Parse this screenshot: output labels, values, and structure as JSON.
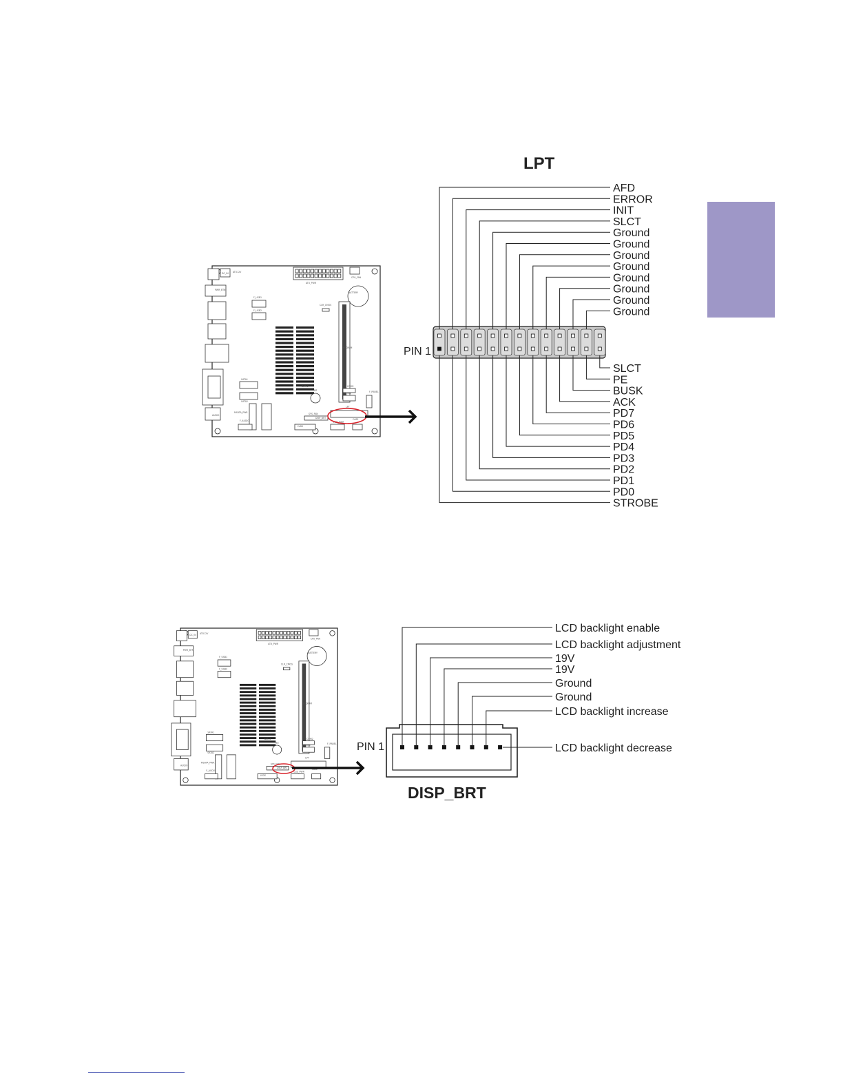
{
  "side_tab_color": "#9e97c7",
  "lpt": {
    "title": "LPT",
    "pin1_label": "PIN 1",
    "top_pins": [
      "AFD",
      "ERROR",
      "INIT",
      "SLCT",
      "Ground",
      "Ground",
      "Ground",
      "Ground",
      "Ground",
      "Ground",
      "Ground",
      "Ground"
    ],
    "bottom_pins": [
      "SLCT",
      "PE",
      "BUSK",
      "ACK",
      "PD7",
      "PD6",
      "PD5",
      "PD4",
      "PD3",
      "PD2",
      "PD1",
      "PD0",
      "STROBE"
    ],
    "board_labels": [
      "DC_IN",
      "ATX12V",
      "PWR_BTN",
      "F_USB1",
      "F_USB2",
      "CLR_CMOS",
      "ATX_PWR",
      "CPU_FAN",
      "BATTERY",
      "SODIMM",
      "SATA1",
      "SATA2",
      "BAT-I2",
      "BZ",
      "F_AUDIO",
      "MSATA_PWR",
      "AUDIO",
      "LVDS",
      "LPT",
      "COM1",
      "COM2",
      "CASE",
      "SYS_FAN",
      "DISP_BRT",
      "LCD_PWR",
      "F_PANEL",
      "USB"
    ]
  },
  "disp": {
    "title": "DISP_BRT",
    "pin1_label": "PIN 1",
    "pins": [
      "LCD backlight enable",
      "LCD backlight adjustment",
      "19V",
      "19V",
      "Ground",
      "Ground",
      "LCD backlight increase",
      "LCD backlight decrease"
    ],
    "board_labels": [
      "DC_IN",
      "ATX12V",
      "PWR_BTN",
      "F_USB1",
      "F_USB2",
      "CLR_CMOS",
      "ATX_PWR",
      "CPU_FAN",
      "BATTERY",
      "SODIMM",
      "SATA1",
      "SATA2",
      "BAT-I2",
      "BZ",
      "F_AUDIO",
      "MSATA_PWR",
      "AUDIO",
      "LVDS",
      "LPT",
      "COM1",
      "COM2",
      "CASE",
      "SYS_FAN",
      "DISP_BRT",
      "LCD_PWR",
      "F_PANEL",
      "USB"
    ]
  }
}
